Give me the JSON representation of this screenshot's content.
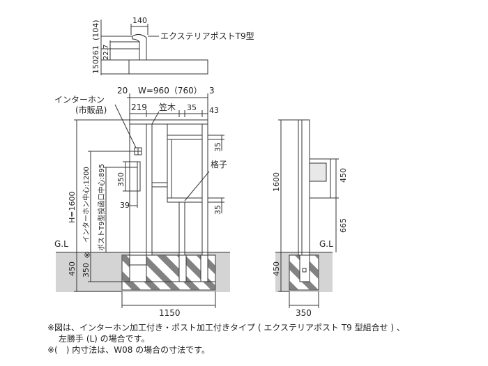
{
  "top_view": {
    "dim_104": "(104)",
    "dim_140": "140",
    "dim_261": "261",
    "dim_22_7": "22.7",
    "dim_150": "150",
    "product_label": "エクステリアポストT9型"
  },
  "front_view": {
    "dim_20": "20",
    "dim_width": "W=960（760）",
    "dim_3": "3",
    "dim_219": "219",
    "dim_35_top": "35",
    "dim_43": "43",
    "dim_35_a": "35",
    "dim_350": "350",
    "dim_39": "39",
    "dim_35_b": "35",
    "dim_height": "H=1600",
    "dim_intercom_center": "インターホン中心:1200",
    "dim_post_slot_center": "ポストT9型投函口中心:895",
    "dim_450": "450",
    "dim_350_below": "350",
    "dim_1150": "1150",
    "label_intercom": "インターホン",
    "label_intercom_sub": "(市販品)",
    "label_kasagi": "笠木",
    "label_koushi": "格子",
    "label_gl": "G.L",
    "label_asterisk": "※"
  },
  "side_view": {
    "dim_1600": "1600",
    "dim_450": "450",
    "dim_665": "665",
    "dim_450_below": "450",
    "dim_350": "350",
    "label_gl": "G.L"
  },
  "notes": {
    "line1": "※図は、インターホン加工付き・ポスト加工付きタイプ ( エクステリアポスト T9 型組合せ ) 、",
    "line2": "左勝手 (L) の場合です。",
    "line3": "※(　) 内寸法は、W08 の場合の寸法です。"
  }
}
